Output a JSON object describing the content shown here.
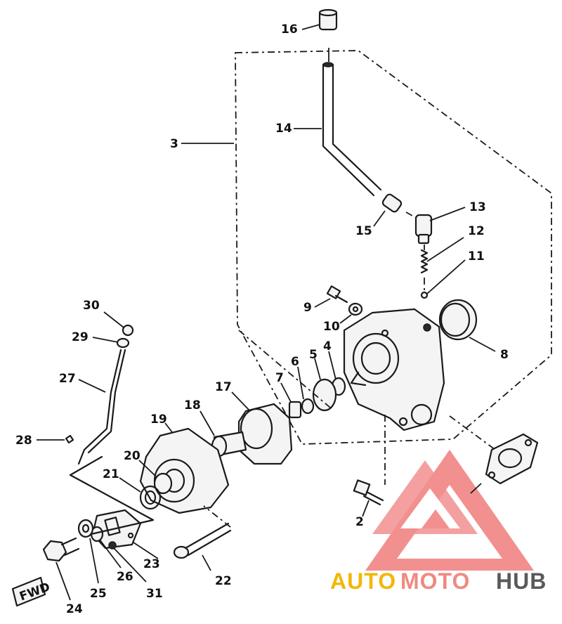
{
  "diagram": {
    "parts": [
      {
        "id": "p16",
        "number": "16"
      },
      {
        "id": "p3",
        "number": "3"
      },
      {
        "id": "p14",
        "number": "14"
      },
      {
        "id": "p13",
        "number": "13"
      },
      {
        "id": "p15",
        "number": "15"
      },
      {
        "id": "p12",
        "number": "12"
      },
      {
        "id": "p11",
        "number": "11"
      },
      {
        "id": "p30",
        "number": "30"
      },
      {
        "id": "p9",
        "number": "9"
      },
      {
        "id": "p29",
        "number": "29"
      },
      {
        "id": "p10",
        "number": "10"
      },
      {
        "id": "p8",
        "number": "8"
      },
      {
        "id": "p4",
        "number": "4"
      },
      {
        "id": "p27",
        "number": "27"
      },
      {
        "id": "p6",
        "number": "6"
      },
      {
        "id": "p5",
        "number": "5"
      },
      {
        "id": "p7",
        "number": "7"
      },
      {
        "id": "p17",
        "number": "17"
      },
      {
        "id": "p18",
        "number": "18"
      },
      {
        "id": "p19",
        "number": "19"
      },
      {
        "id": "p28",
        "number": "28"
      },
      {
        "id": "p20",
        "number": "20"
      },
      {
        "id": "p21",
        "number": "21"
      },
      {
        "id": "p2",
        "number": "2"
      },
      {
        "id": "p23",
        "number": "23"
      },
      {
        "id": "p26",
        "number": "26"
      },
      {
        "id": "p22",
        "number": "22"
      },
      {
        "id": "p31",
        "number": "31"
      },
      {
        "id": "p25",
        "number": "25"
      },
      {
        "id": "p24",
        "number": "24"
      }
    ],
    "fwd_label": "FWD"
  },
  "watermark": {
    "part1": "AUTO",
    "part2": "MOTO",
    "part3": "HUB",
    "colors": {
      "auto": "#f2b705",
      "moto": "#ef8a80",
      "hub": "#5a5a5a",
      "logo": "#f07c7c"
    }
  }
}
